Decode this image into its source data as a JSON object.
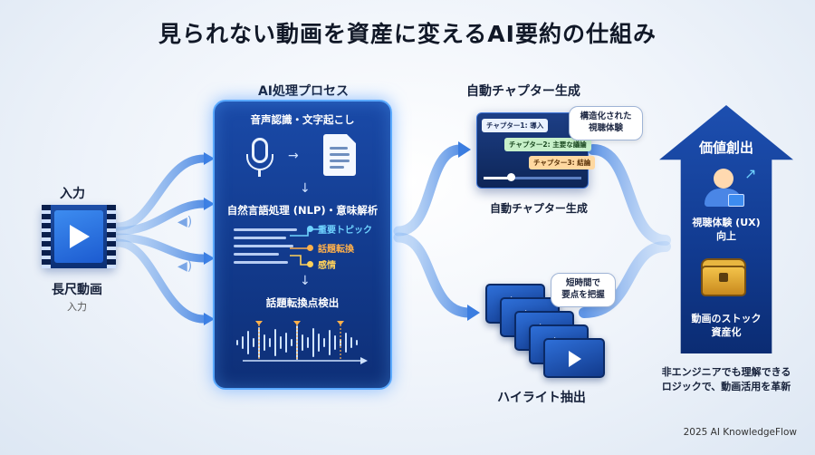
{
  "title": "見られない動画を資産に変えるAI要約の仕組み",
  "input": {
    "heading": "入力",
    "label": "長尺動画",
    "sub": "入力"
  },
  "process": {
    "heading": "AI処理プロセス",
    "step1": "音声認識・文字起こし",
    "step2": "自然言語処理 (NLP)・意味解析",
    "tags": [
      "重要トピック",
      "話題転換",
      "感情"
    ],
    "step3": "話題転換点検出"
  },
  "chapters": {
    "heading": "自動チャプター生成",
    "items": [
      "チャプター1: 導入",
      "チャプター2: 主要な議論",
      "チャプター3: 結論"
    ],
    "bubble_line1": "構造化された",
    "bubble_line2": "視聴体験",
    "sub": "自動チャプター生成"
  },
  "highlights": {
    "bubble_line1": "短時間で",
    "bubble_line2": "要点を把握",
    "sub": "ハイライト抽出"
  },
  "value": {
    "heading": "価値創出",
    "item1_line1": "視聴体験 (UX)",
    "item1_line2": "向上",
    "item2_line1": "動画のストック",
    "item2_line2": "資産化"
  },
  "footnote": {
    "line1": "非エンジニアでも理解できる",
    "line2": "ロジックで、動画活用を革新"
  },
  "credit": "2025 AI KnowledgeFlow",
  "colors": {
    "panel": "#123a8c",
    "accent": "#5aa9ff",
    "tag_topic": "#6fd3ff",
    "tag_shift": "#ffb04a",
    "tag_emotion": "#ffd15a"
  }
}
